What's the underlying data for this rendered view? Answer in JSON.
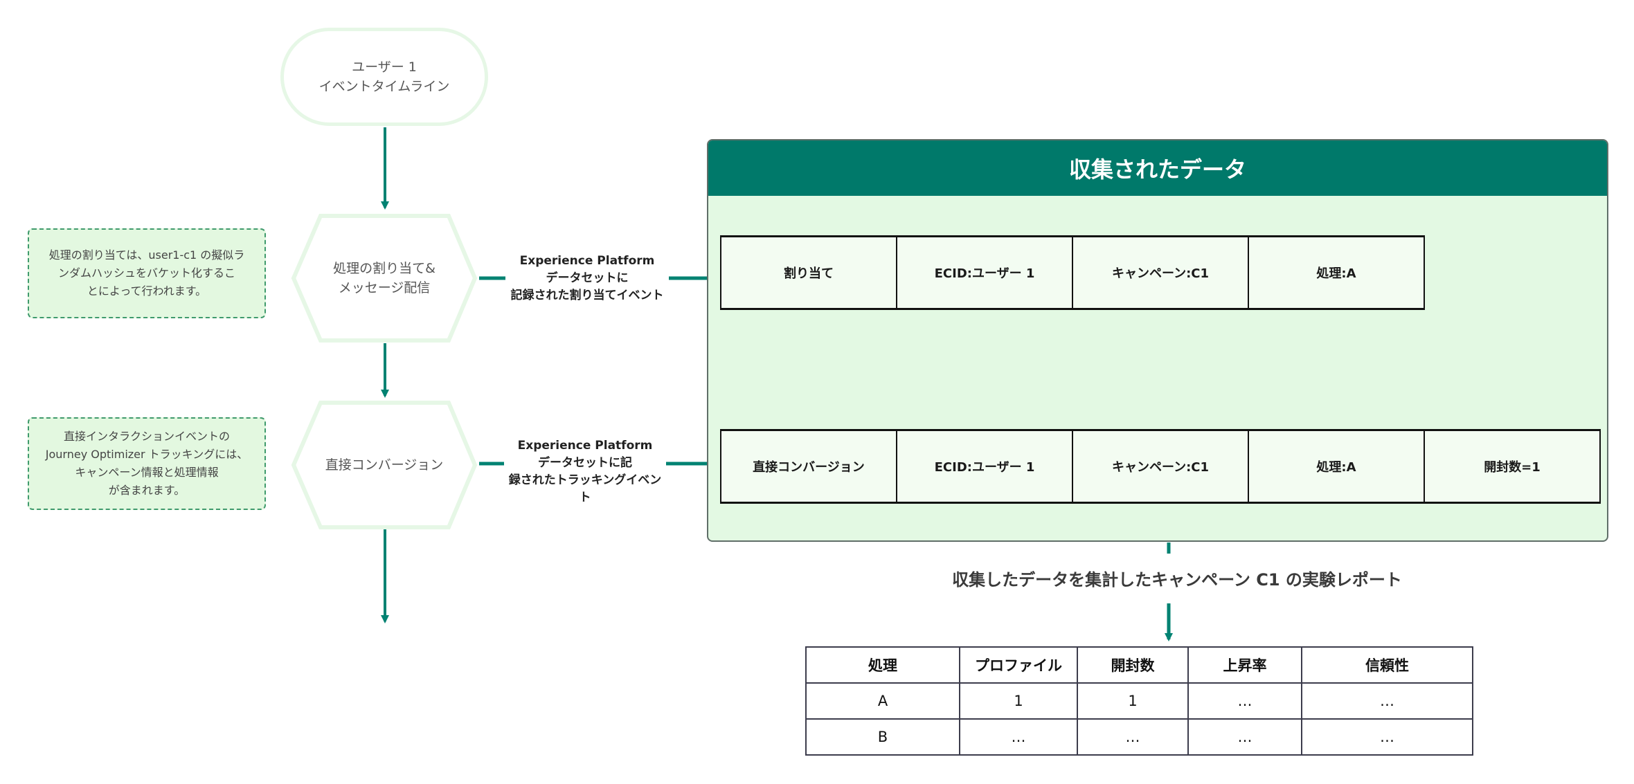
{
  "flow": {
    "start": {
      "line1": "ユーザー 1",
      "line2": "イベントタイムライン"
    },
    "step_assign": {
      "line1": "処理の割り当て&",
      "line2": "メッセージ配信"
    },
    "step_conversion": {
      "label": "直接コンバージョン"
    }
  },
  "notes": {
    "assign": {
      "line1": "処理の割り当ては、user1-c1 の擬似ラ",
      "line2": "ンダムハッシュをバケット化するこ",
      "line3": "とによって行われます。"
    },
    "conversion": {
      "line1": "直接インタラクションイベントの",
      "line2": "Journey Optimizer トラッキングには、",
      "line3": "キャンペーン情報と処理情報",
      "line4": "が含まれます。"
    }
  },
  "edges": {
    "assign": {
      "line1": "Experience Platform",
      "line2": "データセットに",
      "line3": "記録された割り当てイベント"
    },
    "conversion": {
      "line1": "Experience Platform",
      "line2": "データセットに記",
      "line3": "録されたトラッキングイベント"
    }
  },
  "panel": {
    "title": "収集されたデータ",
    "row1": [
      "割り当て",
      "ECID:ユーザー 1",
      "キャンペーン:C1",
      "処理:A"
    ],
    "row2": [
      "直接コンバージョン",
      "ECID:ユーザー 1",
      "キャンペーン:C1",
      "処理:A",
      "開封数=1"
    ]
  },
  "report": {
    "caption": "収集したデータを集計したキャンペーン C1 の実験レポート",
    "headers": [
      "処理",
      "プロファイル",
      "開封数",
      "上昇率",
      "信頼性"
    ],
    "rows": [
      [
        "A",
        "1",
        "1",
        "…",
        "…"
      ],
      [
        "B",
        "…",
        "…",
        "…",
        "…"
      ]
    ]
  },
  "colors": {
    "accent": "#00796a",
    "connector": "#008272",
    "panel_fill": "#e3f9e3",
    "hexagon_outline": "#e6f7e6",
    "note_fill": "#e3f8e0",
    "note_border": "#3f9a6c"
  }
}
